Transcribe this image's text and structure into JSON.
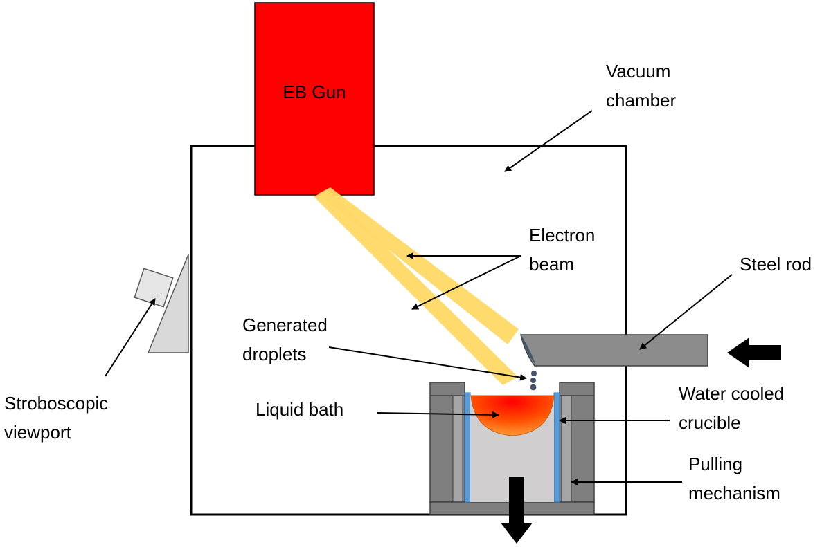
{
  "labels": {
    "eb_gun": "EB Gun",
    "vacuum_chamber": [
      "Vacuum",
      "chamber"
    ],
    "electron_beam": [
      "Electron",
      "beam"
    ],
    "steel_rod": "Steel rod",
    "generated_droplets": [
      "Generated",
      "droplets"
    ],
    "liquid_bath": "Liquid bath",
    "water_cooled_crucible": [
      "Water cooled",
      "crucible"
    ],
    "pulling_mechanism": [
      "Pulling",
      "mechanism"
    ],
    "stroboscopic_viewport": [
      "Stroboscopic",
      "viewport"
    ]
  },
  "colors": {
    "eb_gun": "#ff0000",
    "electron_beam": "#ffd966",
    "steel_rod": "#8c8c8c",
    "crucible_wall": "#7f7f7f",
    "crucible_cooling": "#5b9bd5",
    "liquid_bath": "#ff6600",
    "droplets": "#44546a",
    "viewport": "#d9d9d9",
    "chamber_outline": "#000000"
  }
}
